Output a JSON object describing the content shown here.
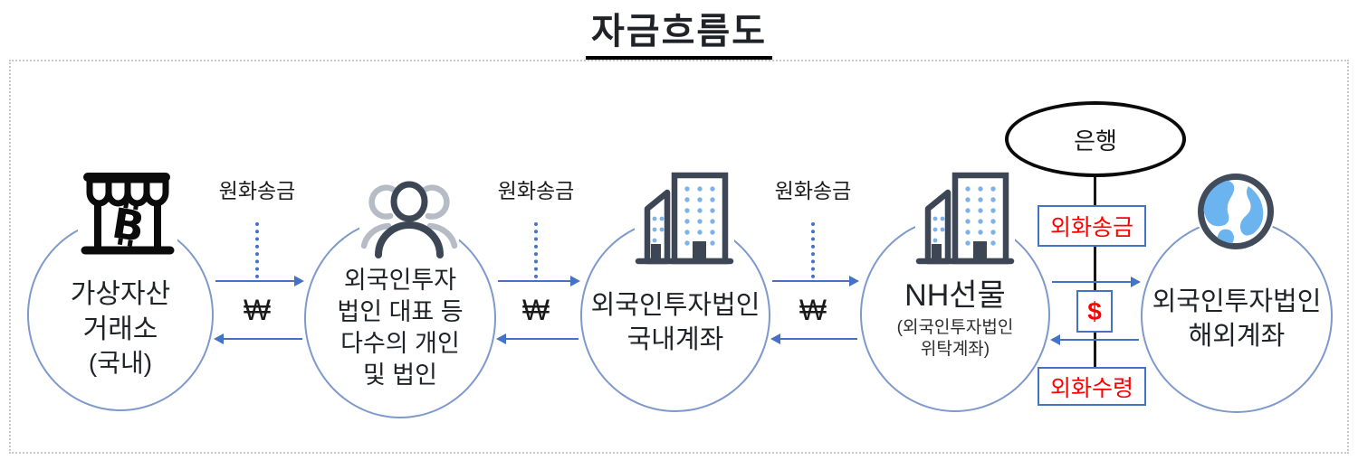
{
  "title": "자금흐름도",
  "diagram": {
    "nodes": [
      {
        "name": "virtual-asset-exchange",
        "icon": "bitcoin-store-icon",
        "line1": "가상자산",
        "line2": "거래소",
        "line3": "(국내)"
      },
      {
        "name": "foreign-investor-individuals",
        "icon": "people-icon",
        "line1": "외국인투자",
        "line2": "법인 대표 등",
        "line3": "다수의 개인",
        "line4": "및 법인"
      },
      {
        "name": "foreign-corp-domestic-account",
        "icon": "buildings-icon",
        "line1": "외국인투자법인",
        "line2": "국내계좌"
      },
      {
        "name": "nh-futures",
        "icon": "buildings-icon",
        "title": "NH선물",
        "sub1": "(외국인투자법인",
        "sub2": "위탁계좌)"
      },
      {
        "name": "foreign-corp-overseas-account",
        "icon": "globe-icon",
        "line1": "외국인투자법인",
        "line2": "해외계좌"
      }
    ],
    "krw_flow_label": "원화송금",
    "won_symbol": "₩",
    "bank_label": "은행",
    "fx_send_label": "외화송금",
    "dollar_symbol": "$",
    "fx_receive_label": "외화수령"
  },
  "colors": {
    "arrow_blue": "#4472C4",
    "circle_stroke": "#7E99CC",
    "alert_red": "#FF0000",
    "icon_dark": "#3C4654",
    "window_blue": "#7FB3E8",
    "person_gray": "#B5BCC6",
    "globe_blue": "#6CB4F0",
    "black": "#000000"
  }
}
